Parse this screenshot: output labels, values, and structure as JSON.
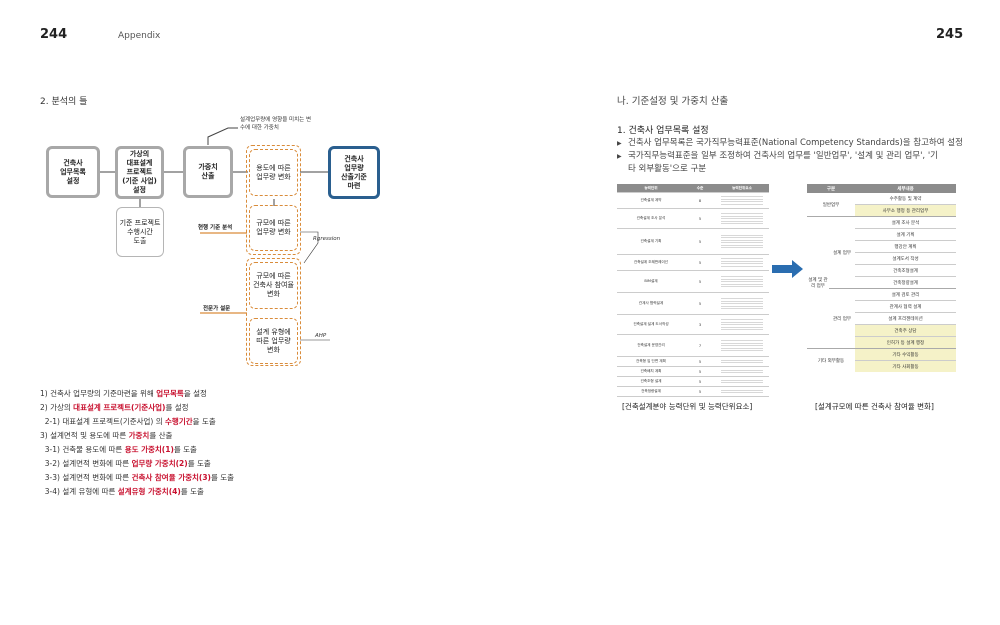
{
  "left_page": {
    "page_number": "244",
    "running_head": "Appendix",
    "section_title": "2. 분석의 틀",
    "diagram": {
      "box1": "건축사\n업무목록\n설정",
      "box2": "가상의\n대표설계\n프로젝트\n(기준 사업)\n설정",
      "box3": "가중치\n산출",
      "box4": "건축사\n업무량\n산출기준\n마련",
      "sub_box": "기준 프로젝트\n수행시간\n도출",
      "weight1": "용도에 따른\n업무량 변화",
      "weight2": "규모에 따른\n업무량 변화",
      "weight3": "규모에 따른\n건축사 참여율\n변화",
      "weight4": "설계 유형에\n따른 업무량\n변화",
      "callout": "설계업무량에 영향을 미치는 변\n수에 대한 가중치",
      "label_current": "현행 기준 분석",
      "label_expert": "전문가 설문",
      "label_regression": "Rgression",
      "label_ahp": "AHP"
    },
    "notes": [
      {
        "pre": "1) 건축사 업무량의 기준마련을 위해 ",
        "hl": "업무목록",
        "post": "을 설정"
      },
      {
        "pre": "2) 가상의 ",
        "hl": "대표설계 프로젝트(기준사업)",
        "post": "를 설정"
      },
      {
        "pre": "  2-1) 대표설계 프로젝트(기준사업) 의 ",
        "hl": "수행기간",
        "post": "을 도출"
      },
      {
        "pre": "3) 설계면적 및 용도에 따른 ",
        "hl": "가중치",
        "post": "를 산출"
      },
      {
        "pre": "  3-1) 건축물 용도에 따른 ",
        "hl": "용도 가중치(1)",
        "post": "를 도출"
      },
      {
        "pre": "  3-2) 설계면적 변화에 따른 ",
        "hl": "업무량 가중치(2)",
        "post": "를 도출"
      },
      {
        "pre": "  3-3) 설계면적 변화에 따른 ",
        "hl": "건축사 참여율 가중치(3)",
        "post": "를 도출"
      },
      {
        "pre": "  3-4) 설계 유형에 따른 ",
        "hl": "설계유형 가중치(4)",
        "post": "를 도출"
      }
    ]
  },
  "right_page": {
    "page_number": "245",
    "section_title": "나. 기준설정 및 가중치 산출",
    "subsection_title": "1. 건축사 업무목록 설정",
    "bullets": [
      "건축사 업무목록은 국가직무능력표준(National Competency Standards)을 참고하여 설정",
      "국가직무능력표준을 일부 조정하여 건축사의 업무를 '일반업무', '설계 및 관리 업무', '기\n타 외부활동'으로 구분"
    ],
    "table1": {
      "headers": [
        "능력단위",
        "수준",
        "능력단위요소"
      ],
      "rows": [
        [
          "건축설계 계약",
          "8"
        ],
        [
          "건축설계 조사 분석",
          "5"
        ],
        [
          "건축설계 기획",
          "5"
        ],
        [
          "건축설계 조례판례이선",
          "5"
        ],
        [
          "BIM설계",
          "5"
        ],
        [
          "관계사 협력설계",
          "5"
        ],
        [
          "건축설계 설계 도서작성",
          "3"
        ],
        [
          "건축설계 운영관리",
          "7"
        ],
        [
          "건축형 입 단면 계획",
          "5"
        ],
        [
          "건축배치 계획",
          "5"
        ],
        [
          "건축조형 설계",
          "5"
        ],
        [
          "건축정량설계",
          "5"
        ]
      ]
    },
    "table2": {
      "headers": [
        "구분",
        "세부내용"
      ],
      "groups": [
        {
          "name": "일반업무",
          "items": [
            "수주활동 및 계약",
            "사무소 행정 등 관리업무"
          ]
        },
        {
          "name": "설계 및 관리 업무",
          "sub": [
            {
              "name": "설계 업무",
              "items": [
                "설계 조사 분석",
                "설계 기획",
                "행강안 계획",
                "설계도서 작성",
                "건축조형설계",
                "건축정량설계"
              ]
            },
            {
              "name": "관리 업무",
              "items": [
                "설계 검토 관리",
                "관계사 협력 설계",
                "설계 프리젠테이션",
                "건축주 상담",
                "인허가 등 설계 행정"
              ]
            }
          ]
        },
        {
          "name": "기타 외부활동",
          "items": [
            "기타 수익활동",
            "기타 사회활동"
          ]
        }
      ]
    },
    "caption1": "[건축설계분야 능력단위 및 능력단위요소]",
    "caption2": "[설계규모에 따른 건축사 참여율 변화]",
    "colors": {
      "arrow": "#2a6db0",
      "highlight_row": "#f5f2c8",
      "header": "#8c8c8c"
    }
  }
}
